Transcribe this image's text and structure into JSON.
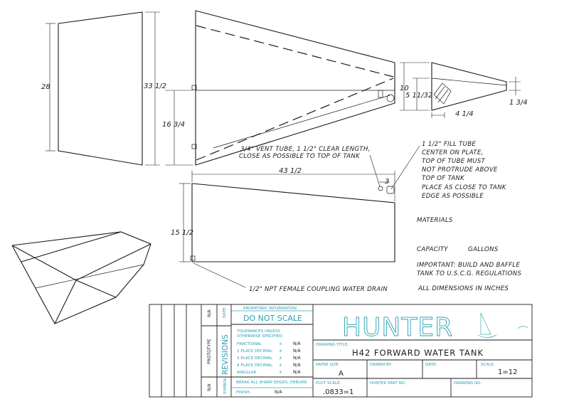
{
  "dimensions": {
    "front_height": "28",
    "side_height_overall": "33 1/2",
    "side_height_aft": "16 3/4",
    "end_top": "10",
    "end_mid": "5 11/32",
    "end_width": "4 1/4",
    "end_tip": "1 3/4",
    "plan_length": "43 1/2",
    "plan_offset": "3",
    "plan_height": "15 1/2"
  },
  "notes": {
    "vent_line1": "3/4\" VENT TUBE, 1 1/2\" CLEAR LENGTH,",
    "vent_line2": "CLOSE AS POSSIBLE TO TOP OF TANK",
    "fill_line1": "1 1/2\" FILL TUBE",
    "fill_line2": "CENTER ON PLATE,",
    "fill_line3": "TOP OF TUBE MUST",
    "fill_line4": "NOT PROTRUDE ABOVE",
    "fill_line5": "TOP OF TANK",
    "fill_line6": "PLACE AS CLOSE TO TANK",
    "fill_line7": "EDGE AS POSSIBLE",
    "drain": "1/2\" NPT FEMALE COUPLING WATER DRAIN",
    "materials": "MATERIALS",
    "capacity": "CAPACITY",
    "gallons": "GALLONS",
    "important_line1": "IMPORTANT:  BUILD AND BAFFLE",
    "important_line2": "TANK TO U.S.C.G. REGULATIONS",
    "all_dims": "ALL DIMENSIONS IN INCHES"
  },
  "title_block": {
    "na_1": "N/A",
    "date_label": "DATE:",
    "prototype_label": "PROTOTYPE",
    "na_2": "N/A",
    "symbol_label": "SYMBOL",
    "revisions_label": "REVISIONS",
    "proprietary": "PROPIETARY INFORMATION",
    "do_not_scale": "DO NOT SCALE",
    "tolerances_line1": "TOLERANCES UNLESS",
    "tolerances_line2": "OTHERWISE SPECIFIED",
    "tol_rows": [
      {
        "label": "FRACTIONAL",
        "sym": "±",
        "value": "N/A"
      },
      {
        "label": "2 PLACE DECIMAL",
        "sym": "±",
        "value": "N/A"
      },
      {
        "label": "3 PLACE DECIMAL",
        "sym": "±",
        "value": "N/A"
      },
      {
        "label": "4 PLACE DECIMAL",
        "sym": "±",
        "value": "N/A"
      },
      {
        "label": "ANGULAR",
        "sym": "±",
        "value": "N/A"
      }
    ],
    "break_edges": "BREAK ALL SHARP EDGES, DEBURR",
    "finish_label": "FINISH:",
    "finish_value": "N/A",
    "brand": "HUNTER",
    "drawing_title_label": "DRAWING TITLE:",
    "drawing_title": "H42 FORWARD WATER TANK",
    "paper_size_label": "PAPER SIZE",
    "paper_size": "A",
    "drawn_by_label": "DRAWN BY:",
    "date2_label": "DATE:",
    "scale_label": "SCALE:",
    "scale_value": "1=12",
    "plot_scale_label": "PLOT SCALE:",
    "plot_scale": ".0833=1",
    "part_no_label": "HUNTER PART NO.",
    "drawing_no_label": "DRAWING NO."
  }
}
